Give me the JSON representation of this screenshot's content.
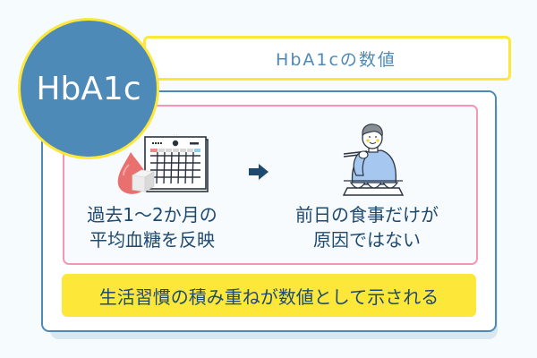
{
  "badge": {
    "label": "HbA1c"
  },
  "title": {
    "label": "HbA1cの数値"
  },
  "left_panel": {
    "icon": "blood-drop-sugar-calendar-icon",
    "lines": [
      "過去1〜2か月の",
      "平均血糖を反映"
    ]
  },
  "arrow": {
    "icon": "arrow-right-icon"
  },
  "right_panel": {
    "icon": "person-eating-meal-icon",
    "lines": [
      "前日の食事だけが",
      "原因ではない"
    ]
  },
  "summary": {
    "label": "生活習慣の積み重ねが数値として示される"
  },
  "colors": {
    "background": "#f6fbfd",
    "badge_fill": "#4d8ab8",
    "accent_yellow": "#fde83a",
    "outer_border": "#4d8ab8",
    "inner_border_pink": "#f597b3",
    "text_dark_blue": "#1f4a70",
    "title_text": "#4d8ab8"
  }
}
